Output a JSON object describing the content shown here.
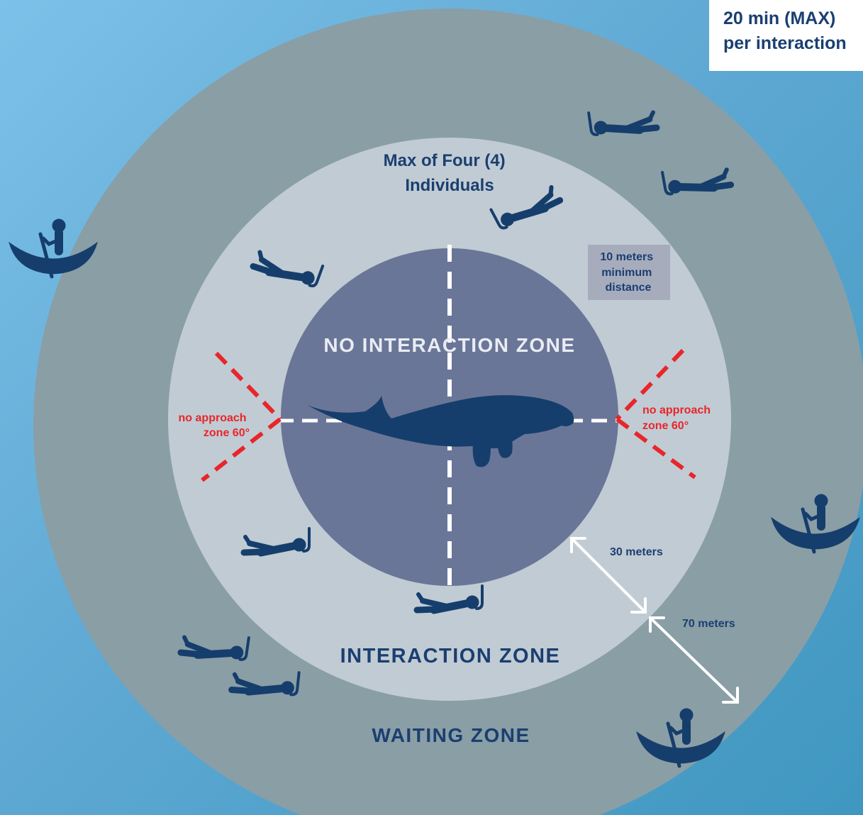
{
  "colors": {
    "background_light": "#7cc1e8",
    "background_dark": "#3f97c0",
    "waiting_zone": "#8a9ea6",
    "interaction_zone": "#c1cbd4",
    "no_interaction_zone": "#6a7698",
    "navy": "#1a3f70",
    "red": "#e8262a",
    "white": "#ffffff"
  },
  "time_limit": {
    "line1": "20 min (MAX)",
    "line2": "per interaction"
  },
  "zones": {
    "waiting": "WAITING ZONE",
    "interaction": "INTERACTION ZONE",
    "no_interaction": "NO INTERACTION ZONE"
  },
  "max_individuals": {
    "line1": "Max of Four (4)",
    "line2": "Individuals"
  },
  "min_distance": {
    "line1": "10 meters",
    "line2": "minimum",
    "line3": "distance"
  },
  "no_approach": {
    "left_line1": "no approach",
    "left_line2": "zone 60°",
    "right_line1": "no approach",
    "right_line2": "zone 60°"
  },
  "distances": {
    "inner": "30 meters",
    "outer": "70 meters"
  },
  "icons": {
    "animal": "dugong-icon",
    "swimmer": "snorkeler-icon",
    "boat": "canoe-icon"
  }
}
